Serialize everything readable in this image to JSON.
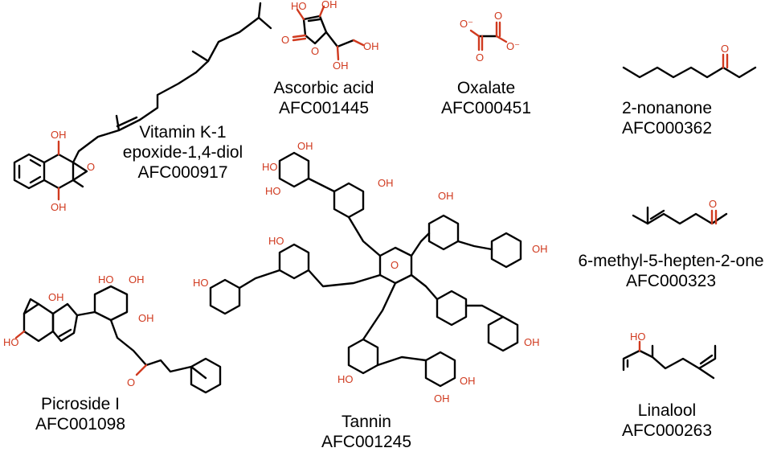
{
  "compounds": [
    {
      "id": "vitk",
      "name_lines": [
        "Vitamin K-1",
        "epoxide-1,4-diol"
      ],
      "code": "AFC000917"
    },
    {
      "id": "ascorbic",
      "name_lines": [
        "Ascorbic acid"
      ],
      "code": "AFC001445"
    },
    {
      "id": "oxalate",
      "name_lines": [
        "Oxalate"
      ],
      "code": "AFC000451"
    },
    {
      "id": "nonanone",
      "name_lines": [
        "2-nonanone"
      ],
      "code": "AFC000362"
    },
    {
      "id": "methylheptenone",
      "name_lines": [
        "6-methyl-5-hepten-2-one"
      ],
      "code": "AFC000323"
    },
    {
      "id": "linalool",
      "name_lines": [
        "Linalool"
      ],
      "code": "AFC000263"
    },
    {
      "id": "tannin",
      "name_lines": [
        "Tannin"
      ],
      "code": "AFC001245"
    },
    {
      "id": "picroside",
      "name_lines": [
        "Picroside I"
      ],
      "code": "AFC001098"
    }
  ],
  "atom_labels": {
    "hydroxyl": "OH",
    "hydroxyl_left": "HO",
    "oxygen": "O",
    "oxide_anion": "O⁻"
  },
  "colors": {
    "heteroatom": "#d03a1f",
    "bond": "#000000",
    "text": "#000000"
  }
}
